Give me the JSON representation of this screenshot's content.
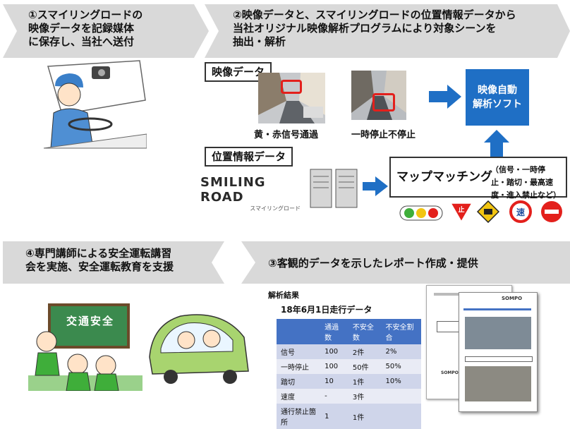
{
  "step1": {
    "text": "①スマイリングロードの\n映像データを記録媒体\nに保存し、当社へ送付"
  },
  "step2": {
    "text": "②映像データと、スマイリングロードの位置情報データから\n当社オリジナル映像解析プログラムにより対象シーンを\n抽出・解析"
  },
  "video_label": "映像データ",
  "location_label": "位置情報データ",
  "caption_signal": "黄・赤信号通過",
  "caption_stop": "一時停止不停止",
  "software_box": "映像自動\n解析ソフト",
  "map_matching": {
    "title": "マップマッチング",
    "detail": "（信号・一時停\n止・踏切・最高速度・進入禁止など）"
  },
  "logo": {
    "name": "SMILING ROAD",
    "sub": "スマイリングロード"
  },
  "sign_stop": "止",
  "sign_speed": "速",
  "step4": {
    "text": "④専門講師による安全運転講習\n会を実施、安全運転教育を支援"
  },
  "step3": {
    "text": "③客観的データを示したレポート作成・提供"
  },
  "board_text": "交通安全",
  "report": {
    "title": "解析結果",
    "subtitle": "18年6月1日走行データ",
    "headers": [
      "",
      "通過数",
      "不安全数",
      "不安全割合"
    ],
    "rows": [
      [
        "信号",
        "100",
        "2件",
        "2%"
      ],
      [
        "一時停止",
        "100",
        "50件",
        "50%"
      ],
      [
        "踏切",
        "10",
        "1件",
        "10%"
      ],
      [
        "速度",
        "-",
        "3件",
        ""
      ],
      [
        "通行禁止箇所",
        "1",
        "1件",
        ""
      ]
    ]
  },
  "doc": {
    "brand": "SOMPO"
  },
  "colors": {
    "banner": "#d9d9d9",
    "blue": "#1f6fc5",
    "red": "#e3201c",
    "table_header": "#4472c4"
  }
}
